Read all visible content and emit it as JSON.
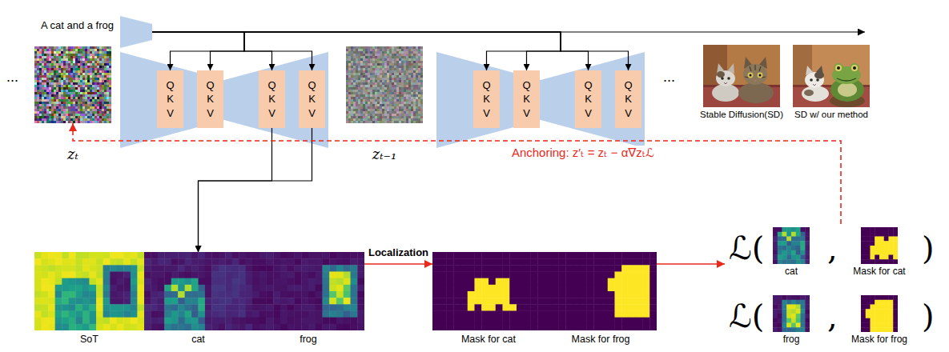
{
  "diagram": {
    "nodes": [
      {
        "text": [
          "A cat and a frog"
        ]
      },
      {
        "text": [
          "zₜ"
        ]
      },
      {
        "text": [
          "Q K V"
        ]
      },
      {
        "text": [
          "Q K V"
        ]
      },
      {
        "text": [
          "Q K V"
        ]
      },
      {
        "text": [
          "Q K V"
        ]
      },
      {
        "text": [
          "zₜ₋₁"
        ]
      },
      {
        "text": [
          "Q K V"
        ]
      },
      {
        "text": [
          "Q K V"
        ]
      },
      {
        "text": [
          "Q K V"
        ]
      },
      {
        "text": [
          "Q K V"
        ]
      },
      {
        "text": [
          "Stable Diffusion(SD)"
        ]
      },
      {
        "text": [
          "SD w/ our method"
        ]
      },
      {
        "text": [
          "SoT"
        ]
      },
      {
        "text": [
          "cat"
        ]
      },
      {
        "text": [
          "frog"
        ]
      },
      {
        "text": [
          "Mask for cat"
        ]
      },
      {
        "text": [
          "Mask for frog"
        ]
      },
      {
        "text": [
          "ℒ(",
          ",",
          ")"
        ]
      },
      {
        "text": [
          "cat"
        ],
        "in": 18
      },
      {
        "text": [
          "Mask for cat"
        ],
        "in": 18
      },
      {
        "text": [
          "ℒ(",
          ",",
          ")"
        ]
      },
      {
        "text": [
          "frog"
        ],
        "in": 21
      },
      {
        "text": [
          "Mask for frog"
        ],
        "in": 21
      }
    ],
    "edges": [
      {
        "from": 0,
        "to": 2,
        "arrow": "to"
      },
      {
        "from": 0,
        "to": 3,
        "arrow": "to"
      },
      {
        "from": 0,
        "to": 4,
        "arrow": "to"
      },
      {
        "from": 0,
        "to": 5,
        "arrow": "to"
      },
      {
        "from": 0,
        "to": 7,
        "arrow": "to"
      },
      {
        "from": 0,
        "to": 8,
        "arrow": "to"
      },
      {
        "from": 0,
        "to": 9,
        "arrow": "to"
      },
      {
        "from": 0,
        "to": 10,
        "arrow": "to"
      },
      {
        "from": 4,
        "to": 14,
        "arrow": "to"
      },
      {
        "from": 5,
        "to": 14,
        "arrow": "to"
      },
      {
        "from": 15,
        "to": 16,
        "label": "Localization",
        "arrow": "to"
      },
      {
        "from": 17,
        "to": 18,
        "arrow": "to"
      },
      {
        "from": 18,
        "to": 1,
        "label": "Anchoring: z′ₜ = zₜ − α∇zₜℒ",
        "arrow": "to"
      }
    ],
    "labels": [
      "...",
      "..."
    ]
  }
}
